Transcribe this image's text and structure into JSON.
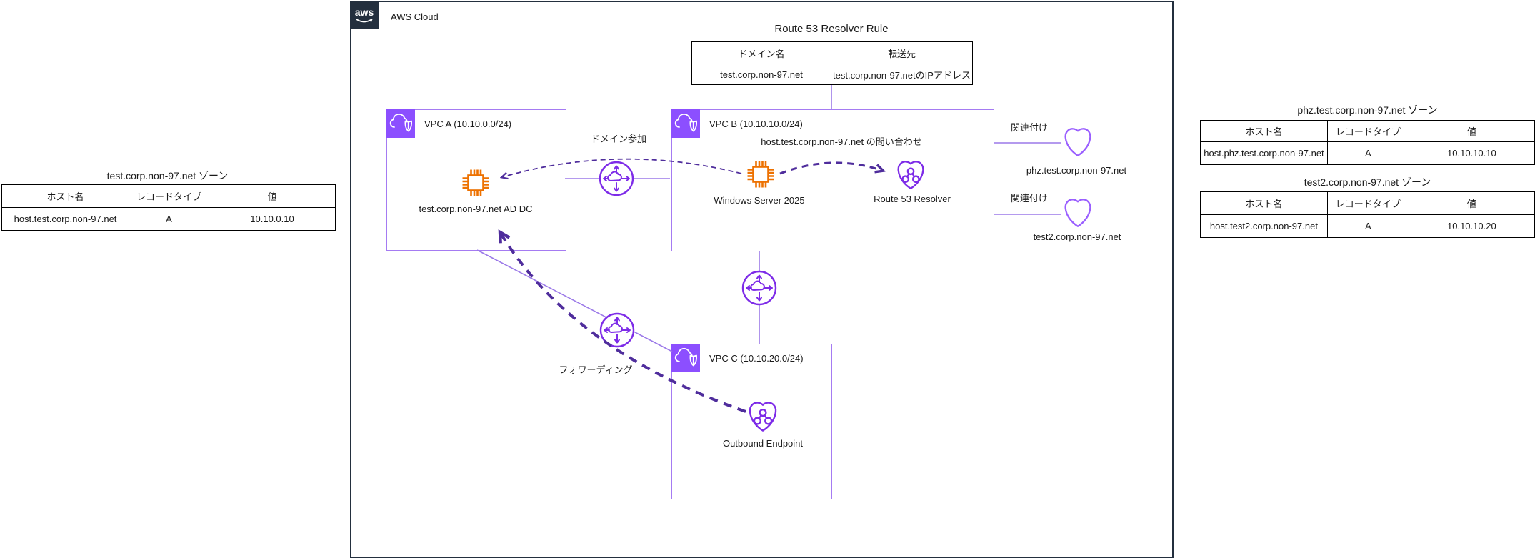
{
  "aws_cloud": {
    "logo_text": "aws",
    "label": "AWS Cloud"
  },
  "resolver_rule": {
    "title": "Route 53 Resolver Rule",
    "headers": [
      "ドメイン名",
      "転送先"
    ],
    "row": [
      "test.corp.non-97.net",
      "test.corp.non-97.netのIPアドレス"
    ]
  },
  "zone_tables": [
    {
      "title": "test.corp.non-97.net ゾーン",
      "headers": [
        "ホスト名",
        "レコードタイプ",
        "値"
      ],
      "row": [
        "host.test.corp.non-97.net",
        "A",
        "10.10.0.10"
      ]
    },
    {
      "title": "phz.test.corp.non-97.net ゾーン",
      "headers": [
        "ホスト名",
        "レコードタイプ",
        "値"
      ],
      "row": [
        "host.phz.test.corp.non-97.net",
        "A",
        "10.10.10.10"
      ]
    },
    {
      "title": "test2.corp.non-97.net ゾーン",
      "headers": [
        "ホスト名",
        "レコードタイプ",
        "値"
      ],
      "row": [
        "host.test2.corp.non-97.net",
        "A",
        "10.10.10.20"
      ]
    }
  ],
  "vpc_a": {
    "label": "VPC A (10.10.0.0/24)",
    "node_label": "test.corp.non-97.net AD DC"
  },
  "vpc_b": {
    "label": "VPC B (10.10.10.0/24)",
    "query_annotation": "host.test.corp.non-97.net の問い合わせ",
    "server_label": "Windows Server 2025",
    "resolver_label": "Route 53 Resolver"
  },
  "vpc_c": {
    "label": "VPC C (10.10.20.0/24)",
    "endpoint_label": "Outbound Endpoint"
  },
  "edge_labels": {
    "domain_join": "ドメイン参加",
    "forwarding": "フォワーディング",
    "association_phz": "関連付け",
    "association_test2": "関連付け"
  },
  "hosted_zones": {
    "phz": "phz.test.corp.non-97.net",
    "test2": "test2.corp.non-97.net"
  },
  "icons": {
    "aws_logo": "aws-smile-logo",
    "vpc": "cloud-with-shield",
    "instance": "chip-processor",
    "resolver": "shield-with-network-nodes",
    "hosted_zone": "shield-outline",
    "gateway": "circle-cloud-four-arrows"
  },
  "colors": {
    "aws_navy": "#232F3E",
    "vpc_purple": "#8C4FFF",
    "box_border_purple": "#A57BF2",
    "connector_purple": "#9B79E8",
    "gateway_purple": "#7D2BE8",
    "hosted_zone_purple": "#9A5FFF",
    "dashed_arrow_indigo": "#4F2D9C",
    "compute_orange": "#ED7100",
    "text": "#1A1A1A"
  }
}
